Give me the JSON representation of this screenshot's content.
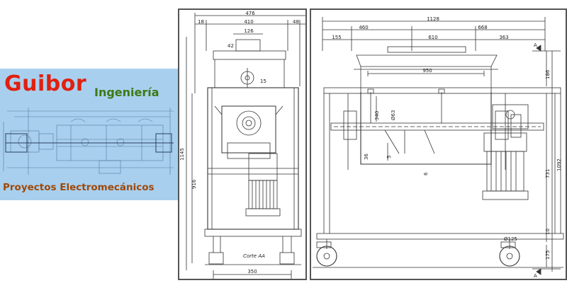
{
  "logo": {
    "brand_main": "Guibor",
    "brand_sub": "Ingeniería",
    "tagline": "Proyectos Electromecánicos",
    "colors": {
      "background": "#a8d0ee",
      "main": "#e02010",
      "sub": "#3c7a14",
      "tagline": "#a04808"
    }
  },
  "drawing": {
    "side_view": {
      "dims_top": {
        "overall": "476",
        "left_offset": "18",
        "inner": "410",
        "right_offset": "48",
        "hopper": "126",
        "hopper_h": "42",
        "radius": "15"
      },
      "dims_left": {
        "total": "1145",
        "inner": "916"
      },
      "dim_bottom": "350",
      "section_label": "Corte AA"
    },
    "front_view": {
      "dims_top": {
        "overall": "1128",
        "left": "460",
        "middle": "610",
        "right": "668",
        "small_left": "155",
        "small_right": "363"
      },
      "inner_width": "950",
      "dims_inner": {
        "d1": "340",
        "d2": "Ø63",
        "d3": "36",
        "d4": "5",
        "d5": "6"
      },
      "dims_right": {
        "top": "186",
        "total": "1092",
        "mid": "731",
        "small": "10",
        "bottom": "175"
      },
      "wheel_dim": "Ø125",
      "section_mark": "A"
    },
    "line_color": "#333333",
    "border_color": "#555555"
  }
}
